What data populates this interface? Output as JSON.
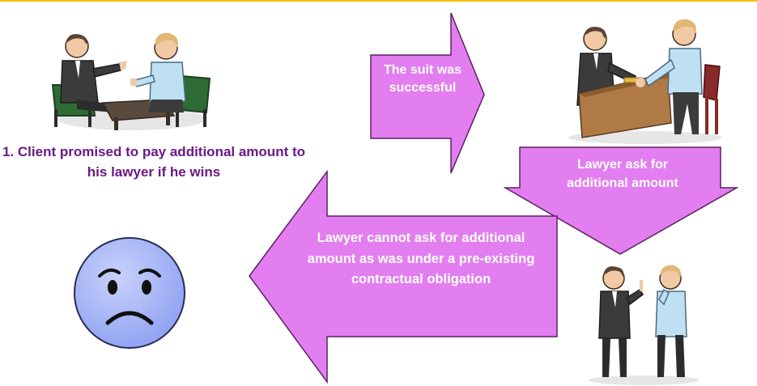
{
  "colors": {
    "top_line": "#f2c200",
    "arrow_fill": "#e27ef0",
    "arrow_stroke": "#5a2260",
    "caption_text": "#6b1a86",
    "arrow_text": "#ffffff",
    "face_fill": "#9fb1f7"
  },
  "step1": {
    "caption": "1. Client promised to pay additional amount to his lawyer if he wins"
  },
  "arrow_right": {
    "text": "The suit was successful"
  },
  "arrow_down": {
    "text": "Lawyer ask  for additional amount"
  },
  "arrow_left": {
    "text": "Lawyer cannot ask for additional amount as was under a pre-existing contractual obligation"
  },
  "icons": {
    "meeting": "lawyer-client-meeting-illustration",
    "handshake": "lawyer-client-handshake-illustration",
    "refusal": "lawyer-refusing-client-illustration",
    "sad": "sad-face-icon"
  }
}
